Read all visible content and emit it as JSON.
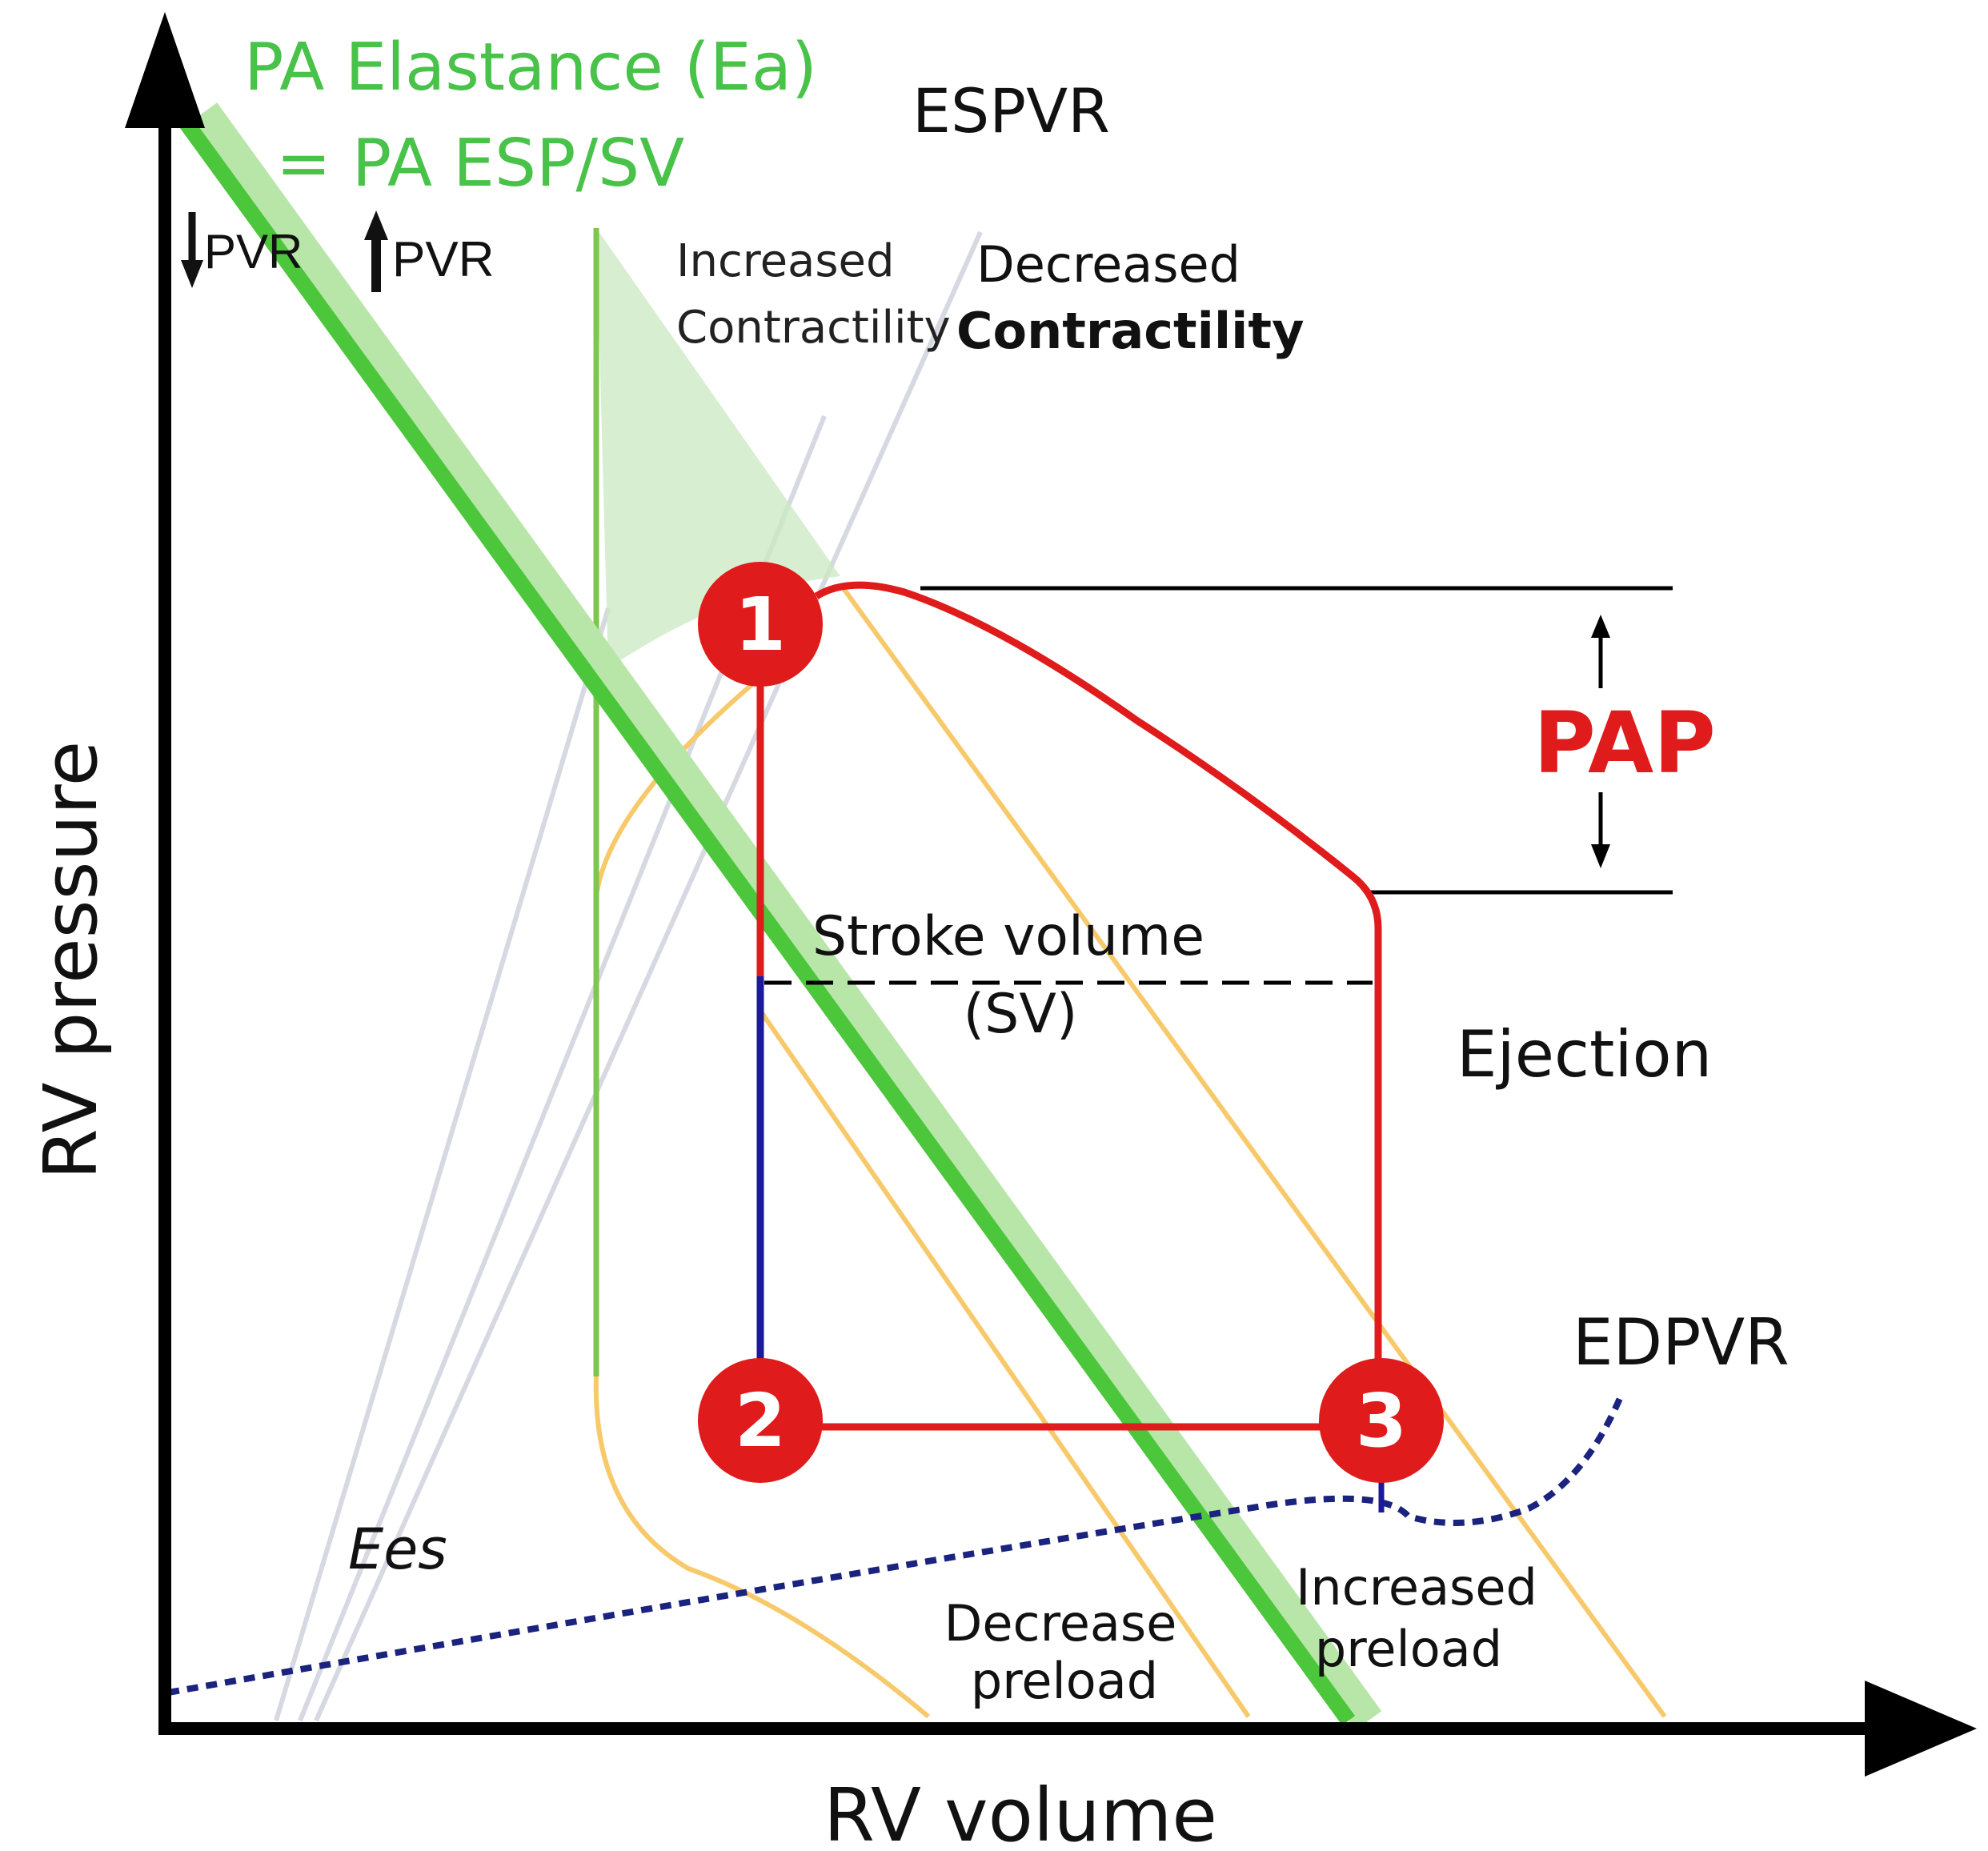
{
  "axes": {
    "x_label": "RV volume",
    "y_label": "RV pressure"
  },
  "labels": {
    "pa_elastance_line1": "PA Elastance (Ea)",
    "pa_elastance_line2": "= PA ESP/SV",
    "espvr": "ESPVR",
    "edpvr": "EDPVR",
    "pvr_down": "PVR",
    "pvr_up": "PVR",
    "increased_contractility_1": "Increased",
    "increased_contractility_2": "Contractility",
    "decreased_contractility_1": "Decreased",
    "decreased_contractility_2": "Contractility",
    "pap": "PAP",
    "stroke_volume_1": "Stroke volume",
    "stroke_volume_2": "(SV)",
    "ejection": "Ejection",
    "ees": "Ees",
    "decrease_preload_1": "Decrease",
    "decrease_preload_2": "preload",
    "increased_preload_1": "Increased",
    "increased_preload_2": "preload"
  },
  "points": {
    "p1": "1",
    "p2": "2",
    "p3": "3"
  },
  "colors": {
    "axis": "#000000",
    "loop": "#e01b1b",
    "ea_line": "#4cc63a",
    "ea_light": "#b8e6a8",
    "preload_lines": "#f7c96a",
    "edpvr": "#1a237e",
    "espvr_lines": "#d6d8e2",
    "pap_text": "#e01b1b",
    "ea_text": "#49c24a"
  }
}
